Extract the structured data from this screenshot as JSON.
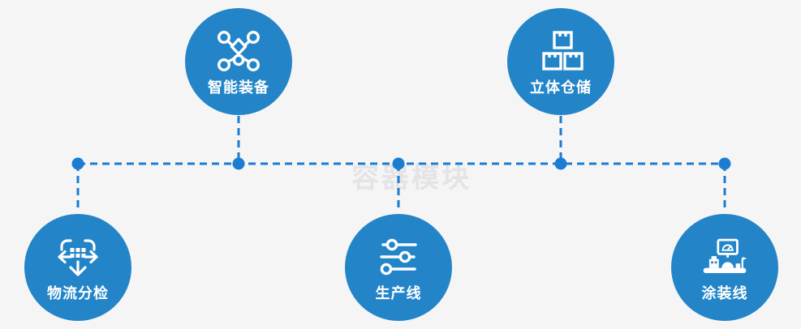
{
  "watermark": "容器模块",
  "colors": {
    "background": "#f5f5f6",
    "node_fill": "#2385c8",
    "connector": "#1b7cd2",
    "label_text": "#ffffff",
    "watermark_text": "#e4e4e6"
  },
  "nodes": [
    {
      "id": "smart-equipment",
      "label": "智能装备",
      "icon": "network-nodes-icon",
      "row": "top"
    },
    {
      "id": "stereo-warehouse",
      "label": "立体仓储",
      "icon": "stacked-boxes-icon",
      "row": "top"
    },
    {
      "id": "logistics-sorting",
      "label": "物流分检",
      "icon": "sorting-arrows-icon",
      "row": "bottom"
    },
    {
      "id": "production-line",
      "label": "生产线",
      "icon": "sliders-icon",
      "row": "bottom"
    },
    {
      "id": "painting-line",
      "label": "涂装线",
      "icon": "control-station-icon",
      "row": "bottom"
    }
  ]
}
